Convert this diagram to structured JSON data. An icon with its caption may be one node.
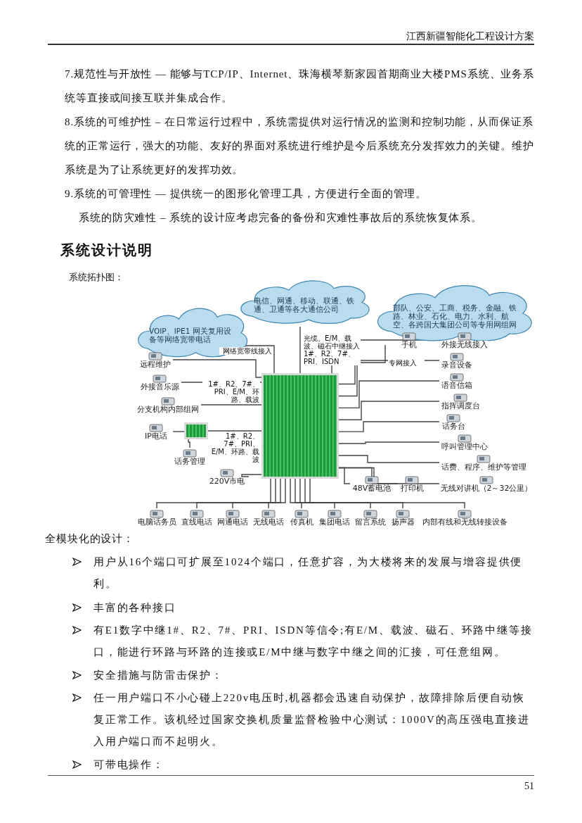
{
  "diagram": {
    "nodes": [
      {
        "text": [
          "VOIP、IPE1 网关复用设备等网络宽带电话"
        ]
      },
      {
        "text": [
          "电信、网通、移动、联通、铁通、卫通等各大通信公司"
        ]
      },
      {
        "text": [
          "部队、公安、工商、税务、金融、铁路、林业、石化、电力、水利、航空、各跨国大集团公司等专用网组网"
        ]
      },
      {
        "text": [],
        "shape": "box"
      },
      {
        "text": [
          "远程维护"
        ]
      },
      {
        "text": [
          "外接音乐源"
        ]
      },
      {
        "text": [
          "分支机构内部组网"
        ]
      },
      {
        "text": [],
        "shape": "box"
      },
      {
        "text": [
          "IP电话"
        ]
      },
      {
        "text": [
          "话务管理"
        ]
      },
      {
        "text": [
          "220V市电"
        ]
      },
      {
        "text": [
          "电脑话务员"
        ]
      },
      {
        "text": [
          "直线电话"
        ]
      },
      {
        "text": [
          "网通电话"
        ]
      },
      {
        "text": [
          "无线电话"
        ]
      },
      {
        "text": [
          "传真机"
        ]
      },
      {
        "text": [
          "集团电话"
        ]
      },
      {
        "text": [
          "留言系统"
        ]
      },
      {
        "text": [
          "扬声器"
        ]
      },
      {
        "text": [
          "内部有线和无线转接设备"
        ]
      },
      {
        "text": [
          "无线对讲机（2～32公里）"
        ]
      },
      {
        "text": [
          "打印机"
        ]
      },
      {
        "text": [
          "48V蓄电池"
        ]
      },
      {
        "text": [
          "话费、程序、维护等管理"
        ]
      },
      {
        "text": [
          "呼叫管理中心"
        ]
      },
      {
        "text": [
          "话务台"
        ]
      },
      {
        "text": [
          "指挥调度台"
        ]
      },
      {
        "text": [
          "语音信箱"
        ]
      },
      {
        "text": [
          "录音设备"
        ]
      },
      {
        "text": [
          "外接无线接入"
        ]
      },
      {
        "text": [
          "手机"
        ]
      }
    ],
    "edges": [
      {
        "from": 0,
        "to": 3,
        "arrow": "none",
        "label": "网络宽带线接入"
      },
      {
        "from": 1,
        "to": 3,
        "arrow": "none",
        "label": "光缆、E/M、载波、磁石中继接入 1#、R2、7#、PRI、ISDN"
      },
      {
        "from": 2,
        "to": 3,
        "arrow": "none",
        "label": "专网接入"
      },
      {
        "from": 4,
        "to": 3,
        "arrow": "none"
      },
      {
        "from": 5,
        "to": 3,
        "arrow": "none"
      },
      {
        "from": 6,
        "to": 3,
        "arrow": "none",
        "label": "1#、R2、7#、PRI、E/M、环路、载波"
      },
      {
        "from": 8,
        "to": 7,
        "arrow": "none"
      },
      {
        "from": 9,
        "to": 7,
        "arrow": "none"
      },
      {
        "from": 7,
        "to": 3,
        "arrow": "none",
        "label": "1#、R2、7#、PRI、E/M、环路、载波"
      },
      {
        "from": 10,
        "to": 3,
        "arrow": "none"
      },
      {
        "from": 11,
        "to": 3,
        "arrow": "none"
      },
      {
        "from": 12,
        "to": 3,
        "arrow": "none"
      },
      {
        "from": 13,
        "to": 3,
        "arrow": "none"
      },
      {
        "from": 14,
        "to": 3,
        "arrow": "none"
      },
      {
        "from": 15,
        "to": 3,
        "arrow": "none"
      },
      {
        "from": 16,
        "to": 3,
        "arrow": "none"
      },
      {
        "from": 17,
        "to": 3,
        "arrow": "none"
      },
      {
        "from": 18,
        "to": 3,
        "arrow": "none"
      },
      {
        "from": 19,
        "to": 3,
        "arrow": "none"
      },
      {
        "from": 20,
        "to": 3,
        "arrow": "none"
      },
      {
        "from": 21,
        "to": 3,
        "arrow": "none"
      },
      {
        "from": 22,
        "to": 3,
        "arrow": "none"
      },
      {
        "from": 23,
        "to": 3,
        "arrow": "none"
      },
      {
        "from": 24,
        "to": 3,
        "arrow": "none"
      },
      {
        "from": 25,
        "to": 3,
        "arrow": "none"
      },
      {
        "from": 26,
        "to": 3,
        "arrow": "none"
      },
      {
        "from": 27,
        "to": 3,
        "arrow": "none"
      },
      {
        "from": 28,
        "to": 3,
        "arrow": "none"
      },
      {
        "from": 29,
        "to": 3,
        "arrow": "none"
      }
    ],
    "labels": [
      "江西新疆智能化工程设计方案",
      "7.规范性与开放性 — 能够与TCP/IP、Internet、珠海横琴新家园首期商业大楼PMS系统、业务系统等直接或间接互联并集成合作。",
      "8.系统的可维护性 – 在日常运行过程中，系统需提供对运行情况的监测和控制功能，从而保证系统的正常运行，强大的功能、友好的界面对系统进行维护是今后系统充分发挥效力的关键。维护系统是为了让系统更好的发挥功效。",
      "9.系统的可管理性 — 提供统一的图形化管理工具，方便进行全面的管理。",
      "系统的防灾难性 – 系统的设计应考虑完备的备份和灾难性事故后的系统恢复体系。",
      "系统设计说明",
      "系统拓扑图：",
      "全模块化的设计：",
      "用户从16个端口可扩展至1024个端口，任意扩容，为大楼将来的发展与增容提供便利。",
      "丰富的各种接口",
      "有E1数字中继1#、R2、7#、PRI、ISDN等信令;有E/M、载波、磁石、环路中继等接口，能进行环路与环路的连接或E/M中继与数字中继之间的汇接，可任意组网。",
      "安全措施与防雷击保护：",
      "任一用户端口不小心碰上220v电压时,机器都会迅速自动保护，故障排除后便自动恢复正常工作。该机经过国家交换机质量监督检验中心测试：1000V的高压强电直接进入用户端口而不起明火。",
      "可带电操作：",
      "51"
    ]
  }
}
